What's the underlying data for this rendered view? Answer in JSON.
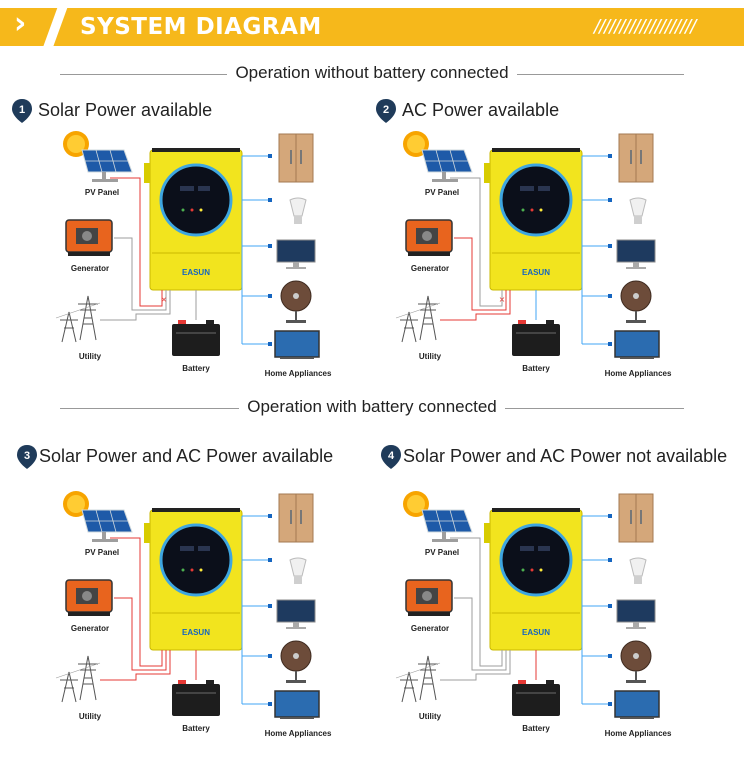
{
  "header": {
    "title": "SYSTEM DIAGRAM",
    "chevron": "›",
    "hatch": "////////////////////"
  },
  "sections": [
    {
      "label": "Operation without battery connected"
    },
    {
      "label": "Operation with battery connected"
    }
  ],
  "panels": [
    {
      "number": "1",
      "title": "Solar Power available",
      "pv_label": "PV Panel",
      "gen_label": "Generator",
      "util_label": "Utility",
      "battery_label": "Battery",
      "home_label": "Home Appliances",
      "inverter_brand": "EASUN"
    },
    {
      "number": "2",
      "title": "AC Power available",
      "pv_label": "PV Panel",
      "gen_label": "Generator",
      "util_label": "Utility",
      "battery_label": "Battery",
      "home_label": "Home Appliances",
      "inverter_brand": "EASUN"
    },
    {
      "number": "3",
      "title": "Solar Power and AC Power available",
      "pv_label": "PV Panel",
      "gen_label": "Generator",
      "util_label": "Utility",
      "battery_label": "Battery",
      "home_label": "Home Appliances",
      "inverter_brand": "EASUN"
    },
    {
      "number": "4",
      "title": "Solar Power and AC Power not available",
      "pv_label": "PV Panel",
      "gen_label": "Generator",
      "util_label": "Utility",
      "battery_label": "Battery",
      "home_label": "Home Appliances",
      "inverter_brand": "EASUN"
    }
  ],
  "colors": {
    "header_bg": "#f6b81b",
    "inverter_body": "#f2e41e",
    "live_wire": "#e53935",
    "inactive_wire": "#9e9e9e",
    "output_wire": "#42a5f5",
    "pin": "#1f3b5a"
  }
}
